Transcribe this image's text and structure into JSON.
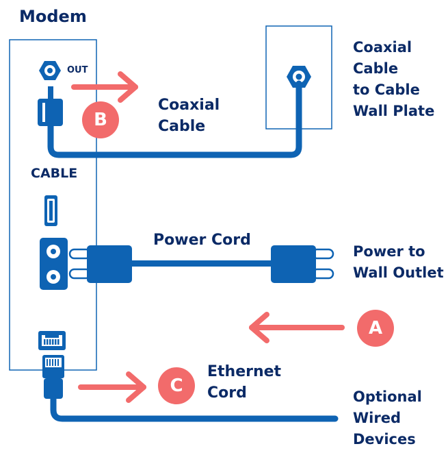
{
  "colors": {
    "navy": "#0b2a66",
    "blue": "#0e63b3",
    "arrow_pink": "#f26b6b",
    "white": "#ffffff"
  },
  "labels": {
    "modem": "Modem",
    "out": "OUT",
    "cable_port": "CABLE",
    "coax_cable": [
      "Coaxial",
      "Cable"
    ],
    "coax_to_wall": [
      "Coaxial",
      "Cable",
      "to Cable",
      "Wall Plate"
    ],
    "power_cord": "Power Cord",
    "power_to_outlet": [
      "Power to",
      "Wall Outlet"
    ],
    "ethernet_cord": [
      "Ethernet",
      "Cord"
    ],
    "optional_wired": [
      "Optional",
      "Wired",
      "Devices"
    ]
  },
  "badges": {
    "a": "A",
    "b": "B",
    "c": "C"
  },
  "icons": {
    "out_port": "coax-port-icon",
    "wall_plate_port": "coax-port-icon",
    "coax_plug": "coax-plug-icon",
    "usb_port": "usb-port-icon",
    "power_socket": "power-socket-icon",
    "power_plug": "power-plug-icon",
    "ethernet_port": "ethernet-port-icon",
    "ethernet_plug": "ethernet-plug-icon",
    "arrow": "arrow-icon"
  }
}
